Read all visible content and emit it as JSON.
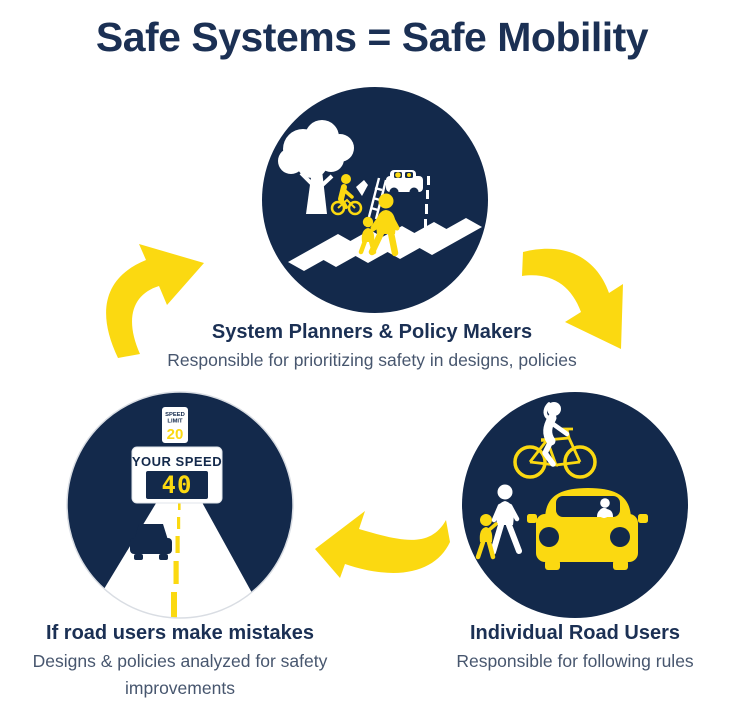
{
  "title": "Safe Systems = Safe Mobility",
  "colors": {
    "navy": "#13294B",
    "yellow": "#FBD911",
    "title": "#1B3054",
    "muted": "#47566E",
    "circle_border": "#D9DDE3"
  },
  "cycle": {
    "planners": {
      "label": "System Planners & Policy Makers",
      "description": "Responsible for prioritizing safety in designs, policies"
    },
    "road_users": {
      "label": "Individual Road Users",
      "description": "Responsible for following rules"
    },
    "mistakes": {
      "label": "If road users make mistakes",
      "description": "Designs & policies analyzed for safety improvements"
    }
  },
  "speed_feedback_sign": {
    "limit_line1": "SPEED",
    "limit_line2": "LIMIT",
    "limit_value": "20",
    "display_label": "YOUR SPEED",
    "display_value": "40"
  }
}
